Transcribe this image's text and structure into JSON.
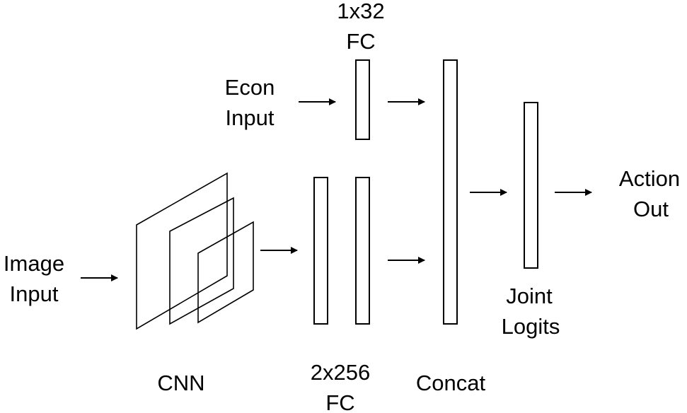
{
  "labels": {
    "image_input": [
      "Image",
      "Input"
    ],
    "econ_input": [
      "Econ",
      "Input"
    ],
    "cnn": "CNN",
    "fc_2x256": [
      "2x256",
      "FC"
    ],
    "fc_1x32": [
      "1x32",
      "FC"
    ],
    "concat": "Concat",
    "joint_logits": [
      "Joint",
      "Logits"
    ],
    "action_out": [
      "Action",
      "Out"
    ]
  },
  "colors": {
    "stroke": "#000000",
    "background": "#ffffff"
  }
}
